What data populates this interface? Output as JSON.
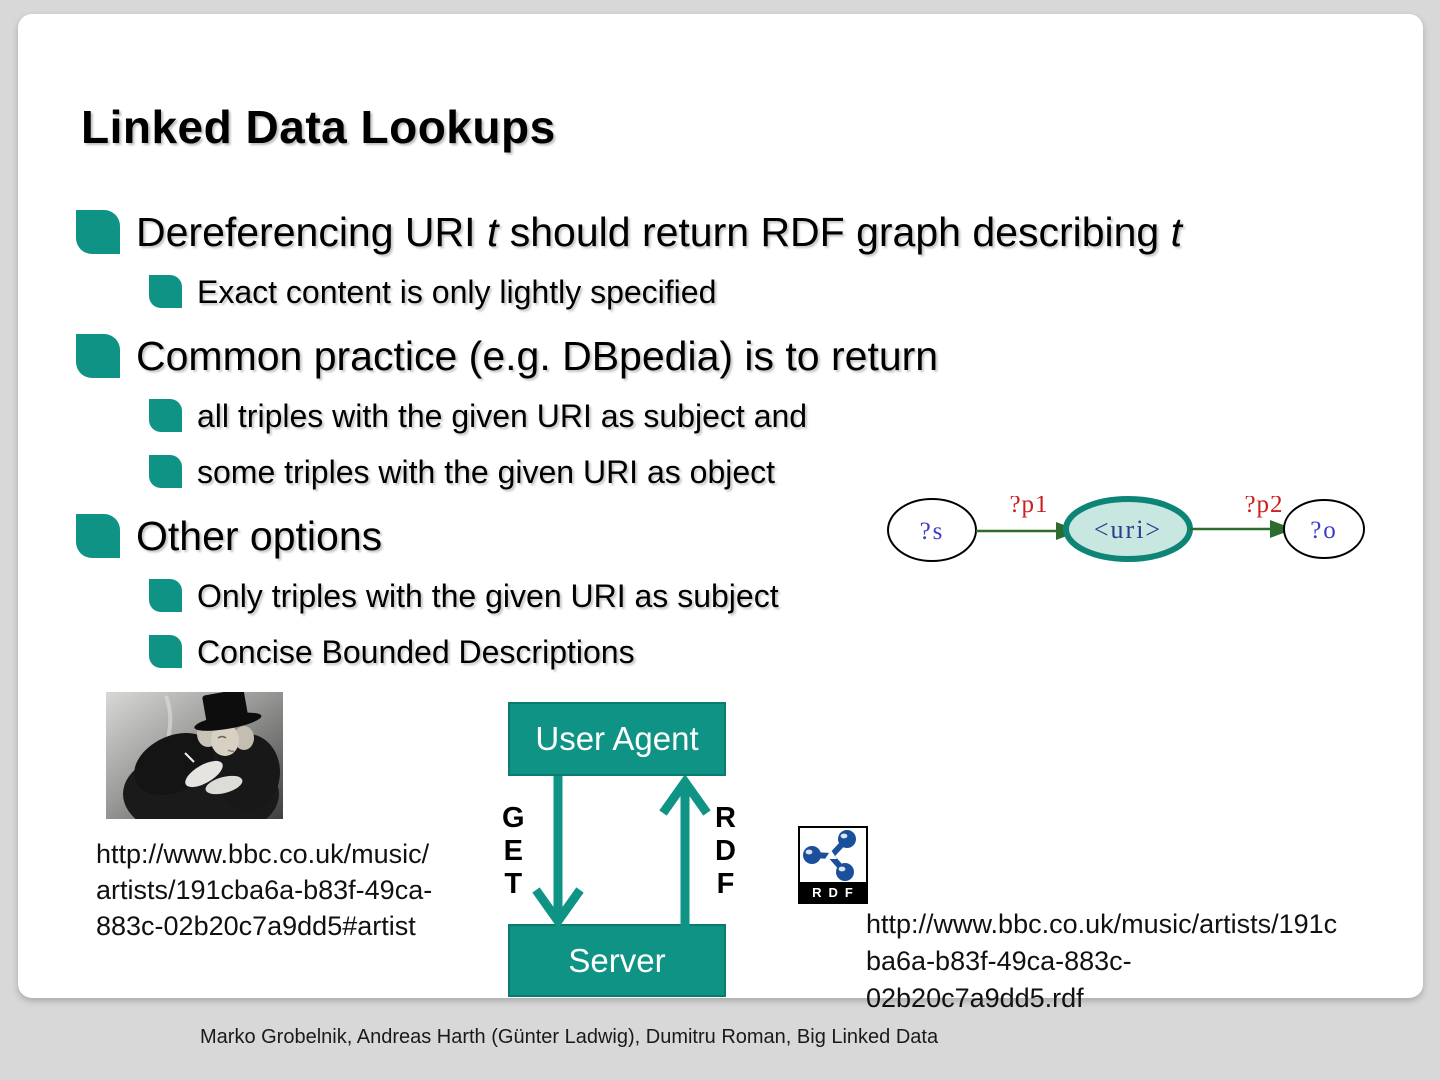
{
  "slide": {
    "title": "Linked Data Lookups",
    "footer": "Marko Grobelnik, Andreas Harth (Günter Ladwig), Dumitru Roman, Big Linked Data"
  },
  "bullets": [
    {
      "level": 1,
      "segments": [
        {
          "text": "Dereferencing URI "
        },
        {
          "text": "t",
          "italic": true
        },
        {
          "text": " should return RDF graph describing "
        },
        {
          "text": "t",
          "italic": true
        }
      ]
    },
    {
      "level": 2,
      "segments": [
        {
          "text": "Exact content is only lightly specified"
        }
      ]
    },
    {
      "level": 1,
      "segments": [
        {
          "text": "Common practice (e.g. DBpedia) is to return"
        }
      ]
    },
    {
      "level": 2,
      "segments": [
        {
          "text": "all triples with the given URI as subject and"
        }
      ]
    },
    {
      "level": 2,
      "segments": [
        {
          "text": "some triples with the given URI as object"
        }
      ]
    },
    {
      "level": 1,
      "segments": [
        {
          "text": "Other options"
        }
      ]
    },
    {
      "level": 2,
      "segments": [
        {
          "text": "Only triples with the given URI as subject"
        }
      ]
    },
    {
      "level": 2,
      "segments": [
        {
          "text": "Concise Bounded Descriptions"
        }
      ]
    }
  ],
  "graph": {
    "subject_label": "?s",
    "p1_label": "?p1",
    "uri_label": "<uri>",
    "p2_label": "?p2",
    "object_label": "?o",
    "colors": {
      "node_text": "#3b3bc8",
      "uri_text": "#2a3f8f",
      "predicate": "#cc2020",
      "arrow": "#2e6b2e",
      "uri_fill": "#c9e7e1",
      "uri_stroke": "#0d8576",
      "node_fill": "#ffffff",
      "node_stroke": "#000000"
    }
  },
  "http_diagram": {
    "user_agent_label": "User Agent",
    "server_label": "Server",
    "request_label": "GET",
    "response_label": "RDF"
  },
  "rdf_icon": {
    "label": "RDF",
    "color": "#1a4f9b"
  },
  "urls": {
    "artist": "http://www.bbc.co.uk/music/\nartists/191cba6a-b83f-49ca-\n883c-02b20c7a9dd5#artist",
    "rdf": "http://www.bbc.co.uk/music/artists/191c\nba6a-b83f-49ca-883c-\n02b20c7a9dd5.rdf"
  },
  "theme": {
    "accent": "#0E9384",
    "page_bg": "#d8d8d8",
    "slide_bg": "#ffffff"
  }
}
